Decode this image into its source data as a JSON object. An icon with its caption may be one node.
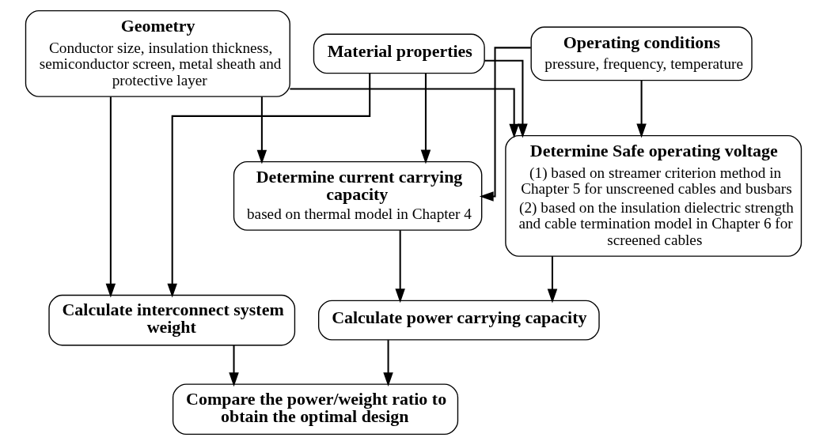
{
  "diagram": {
    "nodes": [
      {
        "text": [
          "Geometry",
          "Conductor size, insulation thickness, semiconductor screen, metal sheath and protective layer"
        ]
      },
      {
        "text": [
          "Material properties"
        ]
      },
      {
        "text": [
          "Operating conditions",
          "pressure, frequency, temperature"
        ]
      },
      {
        "text": [
          "Determine current carrying capacity",
          "based on thermal model in Chapter 4"
        ]
      },
      {
        "text": [
          "Determine Safe operating voltage",
          "(1) based on streamer criterion method in Chapter 5 for unscreened cables and busbars",
          "(2) based on the insulation dielectric strength and cable termination model in Chapter 6 for screened cables"
        ]
      },
      {
        "text": [
          "Calculate interconnect system weight"
        ]
      },
      {
        "text": [
          "Calculate power carrying capacity"
        ]
      },
      {
        "text": [
          "Compare the power/weight ratio to obtain the optimal design"
        ]
      }
    ],
    "edges": [
      {
        "from": 0,
        "to": 5,
        "arrow": "to"
      },
      {
        "from": 1,
        "to": 5,
        "arrow": "to"
      },
      {
        "from": 0,
        "to": 3,
        "arrow": "to"
      },
      {
        "from": 1,
        "to": 3,
        "arrow": "to"
      },
      {
        "from": 2,
        "to": 3,
        "arrow": "to"
      },
      {
        "from": 0,
        "to": 4,
        "arrow": "to"
      },
      {
        "from": 1,
        "to": 4,
        "arrow": "to"
      },
      {
        "from": 2,
        "to": 4,
        "arrow": "to"
      },
      {
        "from": 3,
        "to": 6,
        "arrow": "to"
      },
      {
        "from": 4,
        "to": 6,
        "arrow": "to"
      },
      {
        "from": 5,
        "to": 7,
        "arrow": "to"
      },
      {
        "from": 6,
        "to": 7,
        "arrow": "to"
      }
    ]
  }
}
